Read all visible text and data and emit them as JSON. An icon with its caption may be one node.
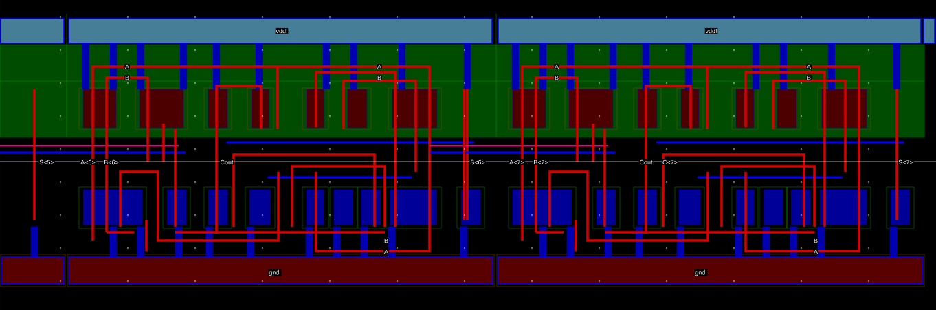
{
  "diagram": {
    "labels": [
      "vdd!",
      "vdd!",
      "A",
      "A",
      "A",
      "A",
      "B",
      "B",
      "B",
      "B",
      "S<5>",
      "A<6>",
      "B<6>",
      "Cout",
      "S<6>",
      "A<7>",
      "B<7>",
      "Cout",
      "C<7>",
      "S<7>",
      "B",
      "B",
      "A",
      "A",
      "gnd!",
      "gnd!"
    ]
  }
}
